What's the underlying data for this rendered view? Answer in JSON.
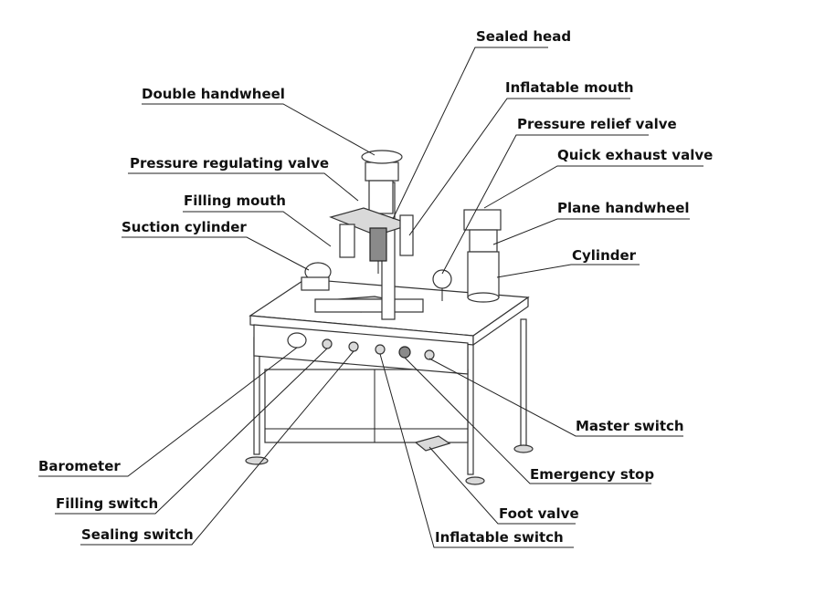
{
  "labels": {
    "sealed_head": "Sealed head",
    "inflatable_mouth": "Inflatable mouth",
    "double_handwheel": "Double handwheel",
    "pressure_relief_valve": "Pressure relief valve",
    "quick_exhaust_valve": "Quick exhaust valve",
    "pressure_regulating_valve": "Pressure regulating valve",
    "filling_mouth": "Filling mouth",
    "plane_handwheel": "Plane handwheel",
    "suction_cylinder": "Suction cylinder",
    "cylinder": "Cylinder",
    "master_switch": "Master switch",
    "barometer": "Barometer",
    "emergency_stop": "Emergency stop",
    "filling_switch": "Filling switch",
    "foot_valve": "Foot valve",
    "sealing_switch": "Sealing switch",
    "inflatable_switch": "Inflatable switch"
  }
}
